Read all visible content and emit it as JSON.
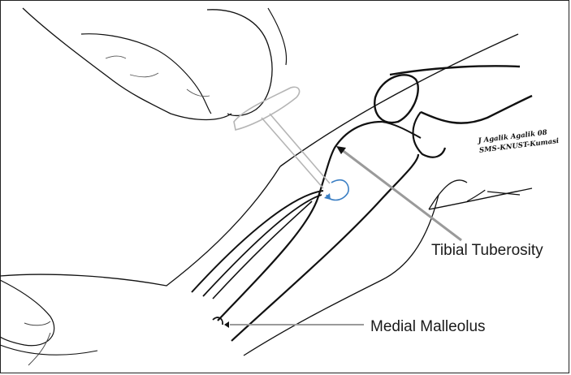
{
  "labels": {
    "tibial_tuberosity": "Tibial Tuberosity",
    "medial_malleolus": "Medial Malleolus"
  },
  "signature": {
    "line1": "J Agalik Agalik 08",
    "line2": "SMS-KNUST-Kumasi"
  },
  "colors": {
    "line": "#111111",
    "thin_line": "#444444",
    "pointer": "#9a9a9a",
    "needle": "#b5b5b5",
    "rotation_arrow": "#3b7fc4"
  }
}
